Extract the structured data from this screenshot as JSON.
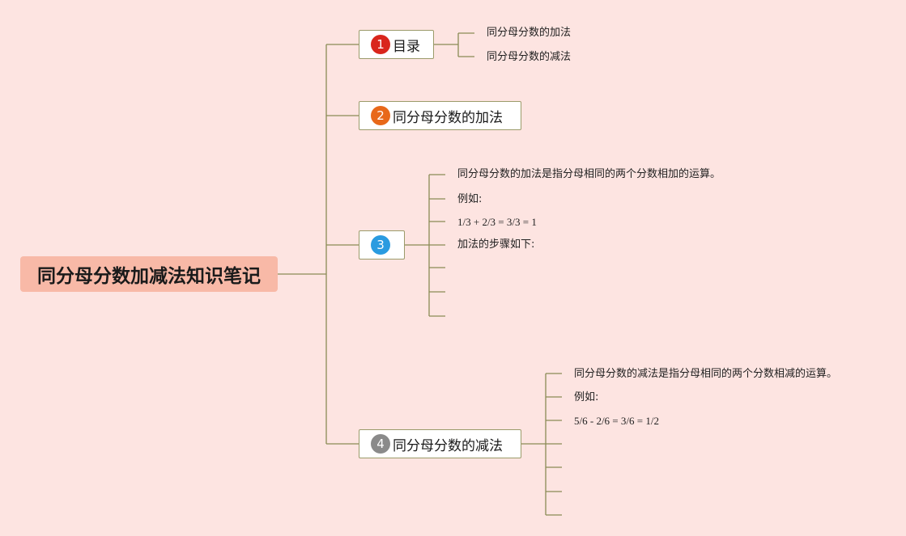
{
  "root": {
    "title": "同分母分数加减法知识笔记"
  },
  "colors": {
    "background": "#fde4e1",
    "root_fill": "#f8b9a7",
    "connector": "#8a8a55",
    "badge_1": "#d9261c",
    "badge_2": "#e8681a",
    "badge_3": "#2a9be0",
    "badge_4": "#8a8a8a"
  },
  "topics": [
    {
      "number": "1",
      "label": "目录",
      "badge_icon": "number-1-icon",
      "children": [
        "同分母分数的加法",
        "同分母分数的减法"
      ]
    },
    {
      "number": "2",
      "label": "同分母分数的加法",
      "badge_icon": "number-2-icon",
      "children": []
    },
    {
      "number": "3",
      "label": "",
      "badge_icon": "number-3-icon",
      "children": [
        "同分母分数的加法是指分母相同的两个分数相加的运算。",
        "例如:",
        "1/3 + 2/3 = 3/3 = 1",
        "加法的步骤如下:",
        "",
        "",
        ""
      ]
    },
    {
      "number": "4",
      "label": "同分母分数的减法",
      "badge_icon": "number-4-icon",
      "children": [
        "同分母分数的减法是指分母相同的两个分数相减的运算。",
        "例如:",
        "5/6 - 2/6 = 3/6 = 1/2",
        "",
        "",
        "",
        ""
      ]
    }
  ]
}
